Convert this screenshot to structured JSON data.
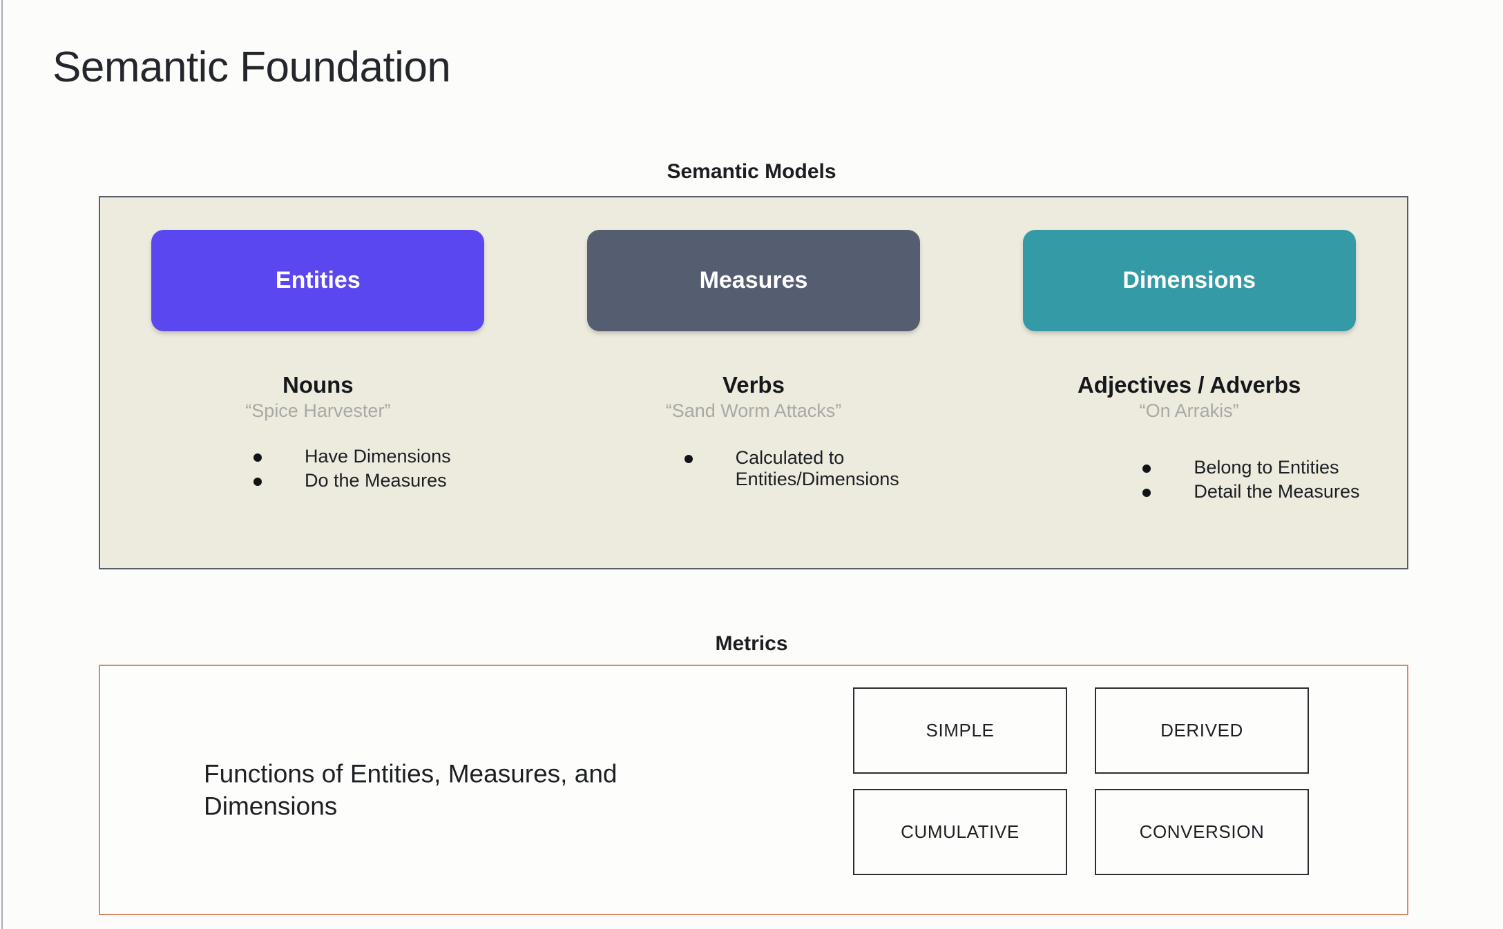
{
  "slide": {
    "title": "Semantic Foundation",
    "background_color": "#fcfdfa"
  },
  "semantic_models": {
    "caption": "Semantic Models",
    "panel_background": "#edeade",
    "panel_border_color": "#585d6b",
    "columns": [
      {
        "pill_label": "Entities",
        "pill_color": "#5b47ef",
        "part_of_speech": "Nouns",
        "example": "“Spice Harvester”",
        "bullets": [
          "Have Dimensions",
          "Do the Measures"
        ]
      },
      {
        "pill_label": "Measures",
        "pill_color": "#555d70",
        "part_of_speech": "Verbs",
        "example": "“Sand Worm Attacks”",
        "bullets": [
          "Calculated to Entities/Dimensions"
        ]
      },
      {
        "pill_label": "Dimensions",
        "pill_color": "#339aa6",
        "part_of_speech": "Adjectives / Adverbs",
        "example": "“On Arrakis”",
        "bullets": [
          "Belong to Entities",
          "Detail the Measures"
        ]
      }
    ]
  },
  "metrics": {
    "caption": "Metrics",
    "panel_border_color": "#d9886a",
    "description": "Functions of Entities, Measures, and Dimensions",
    "types": [
      {
        "label": "SIMPLE"
      },
      {
        "label": "DERIVED"
      },
      {
        "label": "CUMULATIVE"
      },
      {
        "label": "CONVERSION"
      }
    ]
  }
}
